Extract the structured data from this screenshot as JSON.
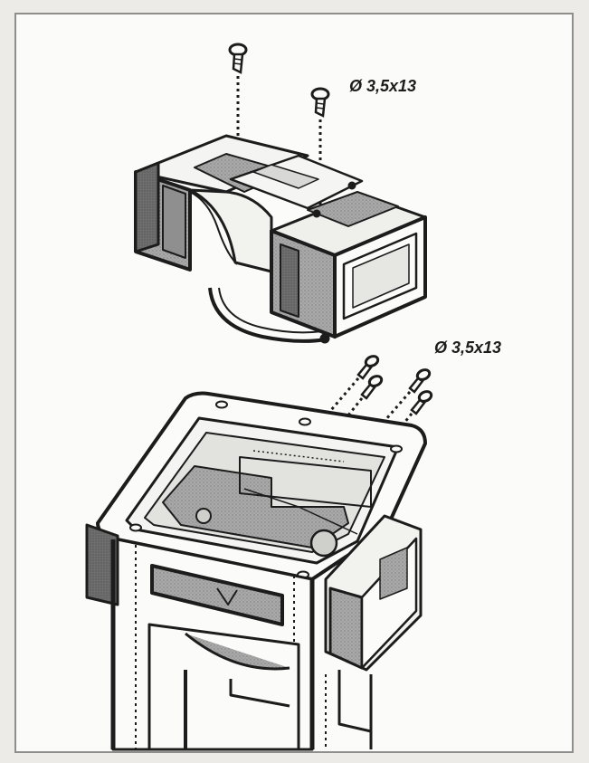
{
  "diagram": {
    "screw_label_top": "Ø 3,5x13",
    "screw_label_bottom": "Ø 3,5x13",
    "colors": {
      "ink": "#1c1c1c",
      "paper": "#fbfbfa",
      "shade_dark": "#6b6b6b",
      "shade_mid": "#9a9a9a",
      "shade_light": "#c9c9c9"
    },
    "icons": [
      "screw-icon",
      "duct-adapter",
      "hood-chimney-body"
    ]
  }
}
